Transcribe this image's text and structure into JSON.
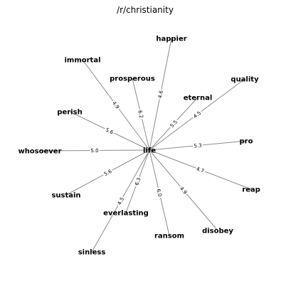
{
  "title": "/r/christianity",
  "center": {
    "word": "life"
  },
  "neighbors": [
    {
      "word": "happier",
      "weight": "4.6"
    },
    {
      "word": "immortal",
      "weight": "4.9"
    },
    {
      "word": "prosperous",
      "weight": "6.2"
    },
    {
      "word": "quality",
      "weight": "4.5"
    },
    {
      "word": "eternal",
      "weight": "5.5"
    },
    {
      "word": "perish",
      "weight": "5.6"
    },
    {
      "word": "pro",
      "weight": "5.3"
    },
    {
      "word": "whosoever",
      "weight": "5.0"
    },
    {
      "word": "reap",
      "weight": "4.7"
    },
    {
      "word": "sustain",
      "weight": "5.6"
    },
    {
      "word": "everlasting",
      "weight": "6.3"
    },
    {
      "word": "disobey",
      "weight": "4.9"
    },
    {
      "word": "ransom",
      "weight": "6.0"
    },
    {
      "word": "sinless",
      "weight": "4.5"
    }
  ]
}
